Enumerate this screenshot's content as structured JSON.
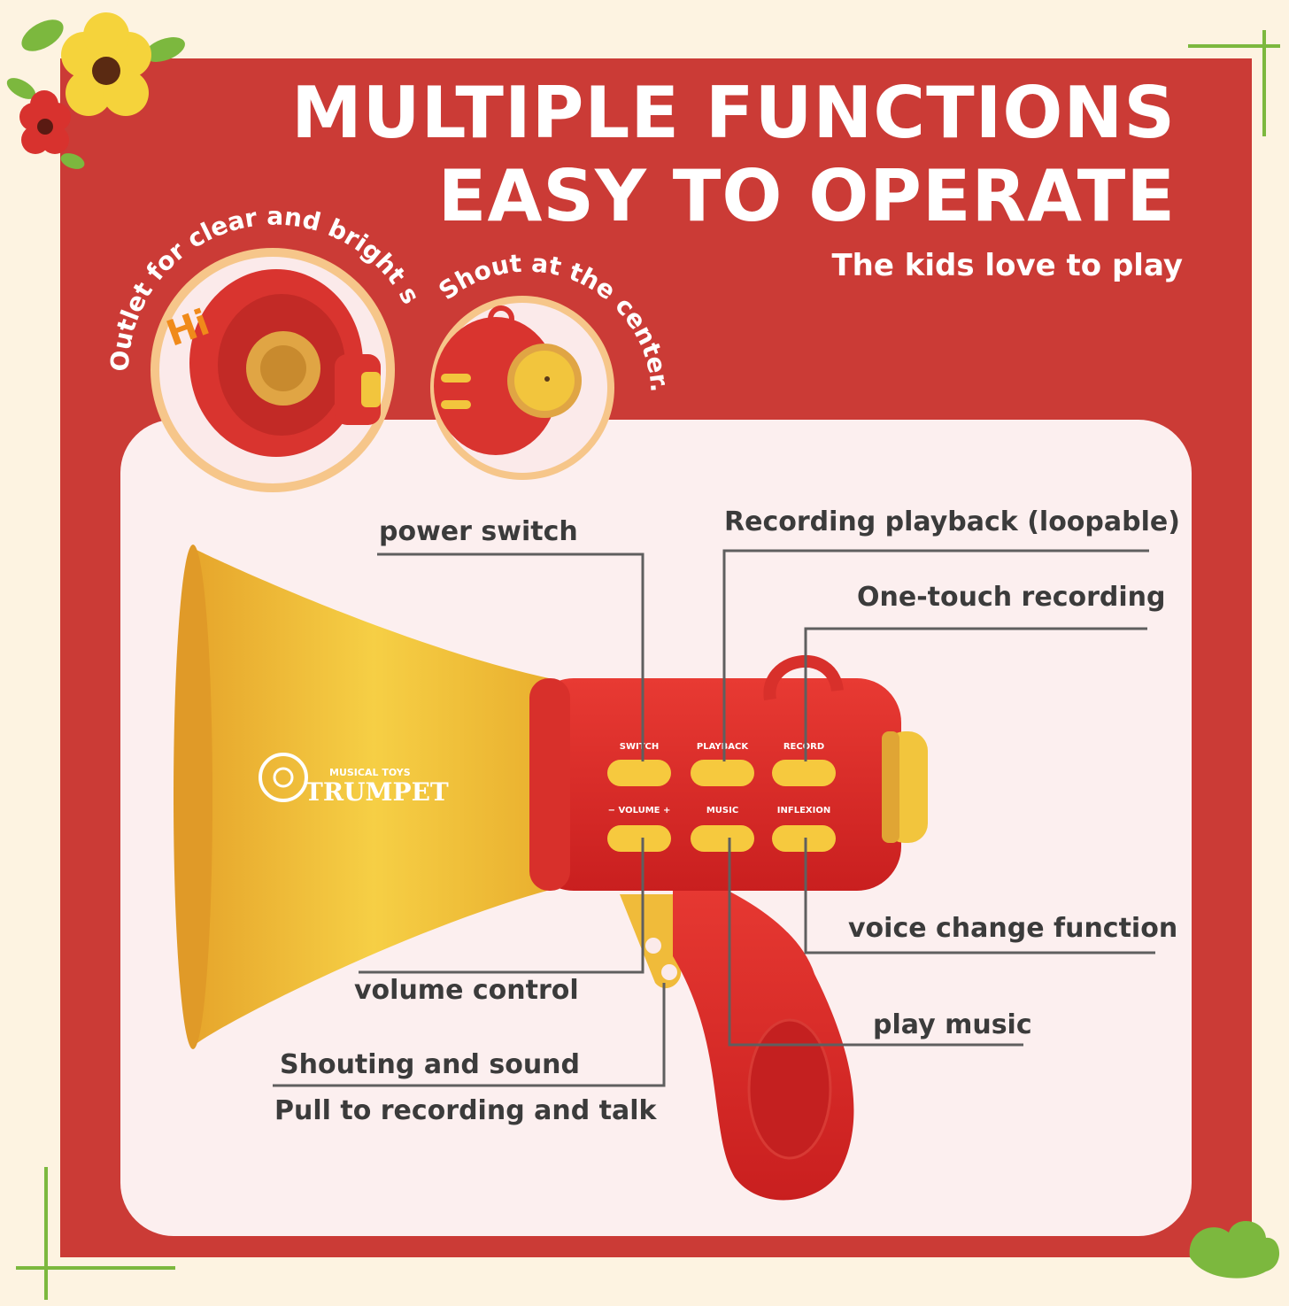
{
  "header": {
    "title_line1": "MULTIPLE FUNCTIONS",
    "title_line2": "EASY TO OPERATE",
    "subtitle": "The kids love to play"
  },
  "callouts": {
    "outlet": "Outlet for clear and bright sound",
    "shout": "Shout at the center."
  },
  "bubble_text": "Hi",
  "product": {
    "brand_small": "MUSICAL TOYS",
    "brand_large": "TRUMPET",
    "buttons": {
      "switch": "SWITCH",
      "playback": "PLAYBACK",
      "record": "RECORD",
      "volume": "− VOLUME +",
      "music": "MUSIC",
      "inflexion": "INFLEXION"
    }
  },
  "labels": {
    "power_switch": "power switch",
    "recording_playback": "Recording playback (loopable)",
    "one_touch_recording": "One-touch recording",
    "voice_change": "voice change function",
    "play_music": "play music",
    "volume_control": "volume control",
    "shouting_sound": "Shouting and sound",
    "pull_record": "Pull to recording and talk"
  },
  "colors": {
    "panel_red": "#cb3b36",
    "toy_red": "#dc2a2a",
    "toy_yellow": "#f0b73a",
    "cream": "#fdf3e1",
    "accent_green": "#6fae3a"
  }
}
